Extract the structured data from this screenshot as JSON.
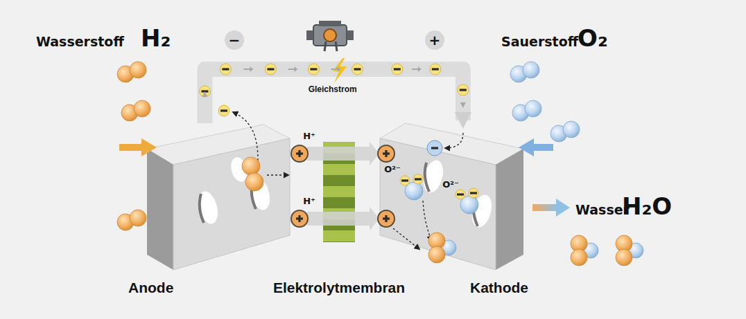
{
  "diagram": {
    "nodes": [
      {
        "text": [
          "Anode"
        ]
      },
      {
        "text": [
          "Elektrolytmembran"
        ]
      },
      {
        "text": [
          "Kathode"
        ]
      }
    ],
    "edges": [
      {
        "from": 0,
        "to": 2,
        "arrow": "to",
        "label": "Gleichstrom"
      }
    ],
    "labels": [
      "Wasserstoff",
      "H₂",
      "Sauerstoff",
      "O₂",
      "Wasser",
      "H₂O",
      "−",
      "+",
      "H⁺",
      "H⁺",
      "O²⁻",
      "O²⁻"
    ]
  }
}
